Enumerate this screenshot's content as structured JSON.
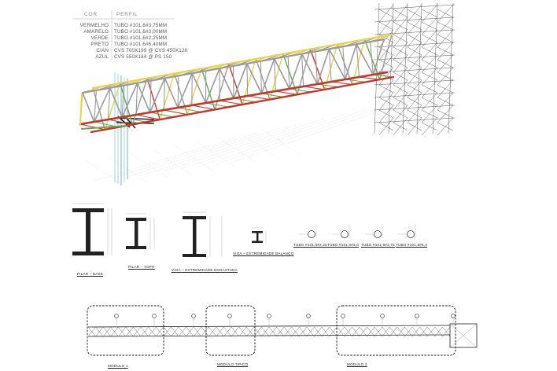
{
  "legend": {
    "header_color": "COR",
    "header_profile": "PERFIL",
    "rows": [
      {
        "color": "VERMELHO",
        "profile": "TUBO #101,6#3,75MM"
      },
      {
        "color": "AMARELO",
        "profile": "TUBO #101,6#3,00MM"
      },
      {
        "color": "VERDE",
        "profile": "TUBO #101,6#2,25MM"
      },
      {
        "color": "PRETO",
        "profile": "TUBO #101,6#6,40MM"
      },
      {
        "color": "CIAN",
        "profile": "CVS 700X199 @ CVS 450X128"
      },
      {
        "color": "AZUL",
        "profile": "CVS 550X184 @ PS 150"
      }
    ]
  },
  "colors": {
    "red": "#c0392b",
    "yellow": "#e8d44a",
    "green": "#6aa84f",
    "gray": "#9a9a9a",
    "black": "#222222",
    "cyan": "#4fc3d9",
    "blue": "#2a6fb0"
  },
  "sections": {
    "pilar_base": "PILAR – BASE",
    "pilar_topo": "PILAR – TOPO",
    "viga_engastada": "VIGA – EXTREMIDADE ENGASTADA",
    "viga_balanco": "VIGA – EXTREMIDADE BALANÇO"
  },
  "tubes": [
    {
      "label": "TUBO #101,6#2,25"
    },
    {
      "label": "TUBO #101,6#3,0"
    },
    {
      "label": "TUBO #101,6#3,75"
    },
    {
      "label": "TUBO #101,6#6,4"
    }
  ],
  "modules": {
    "modulo_1": "MODULO 1",
    "modulo_tipico": "MODULO TIPICO",
    "modulo_2": "MODULO 2"
  }
}
